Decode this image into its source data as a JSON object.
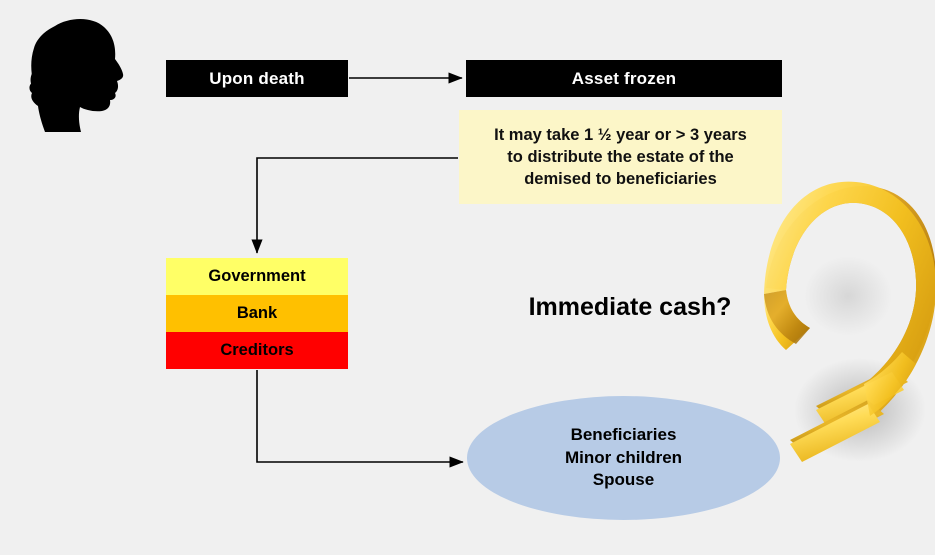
{
  "diagram": {
    "title": "Estate distribution upon death flow",
    "background_color": "#f0f0f0"
  },
  "person": {
    "icon": "head-silhouette-icon",
    "alt": "Silhouette of a man's head facing right",
    "color": "#000000"
  },
  "flow_boxes": [
    {
      "id": "upon-death",
      "label": "Upon death",
      "fill": "#000000",
      "text_color": "#ffffff"
    },
    {
      "id": "asset-frozen",
      "label": "Asset frozen",
      "fill": "#000000",
      "text_color": "#ffffff"
    }
  ],
  "note": {
    "fill": "#fcf6c8",
    "lines": [
      "It may take 1 ½ year or > 3 years",
      "to distribute the estate of the",
      "demised to beneficiaries"
    ]
  },
  "claimant_stack": [
    {
      "id": "government",
      "label": "Government",
      "fill": "#ffff66",
      "text_color": "#000000"
    },
    {
      "id": "bank",
      "label": "Bank",
      "fill": "#ffc000",
      "text_color": "#000000"
    },
    {
      "id": "creditors",
      "label": "Creditors",
      "fill": "#ff0000",
      "text_color": "#000000"
    }
  ],
  "question": {
    "label": "Immediate cash?",
    "color": "#000000"
  },
  "beneficiaries": {
    "fill": "#b7cbe6",
    "lines": [
      "Beneficiaries",
      "Minor children",
      "Spouse"
    ]
  },
  "currency_symbol": {
    "icon": "gold-euro-symbol-icon",
    "alt": "3D gold euro currency symbol",
    "colors": {
      "highlight": "#ffe680",
      "mid": "#f0b82a",
      "shade": "#b8860b",
      "dark": "#8a6508"
    }
  },
  "connectors": [
    {
      "id": "death-to-frozen",
      "from": "upon-death",
      "to": "asset-frozen",
      "style": "straight-arrow"
    },
    {
      "id": "note-to-government",
      "from": "note",
      "to": "government",
      "style": "elbow-arrow"
    },
    {
      "id": "creditors-to-beneficiaries",
      "from": "creditors",
      "to": "beneficiaries",
      "style": "elbow-arrow"
    }
  ]
}
